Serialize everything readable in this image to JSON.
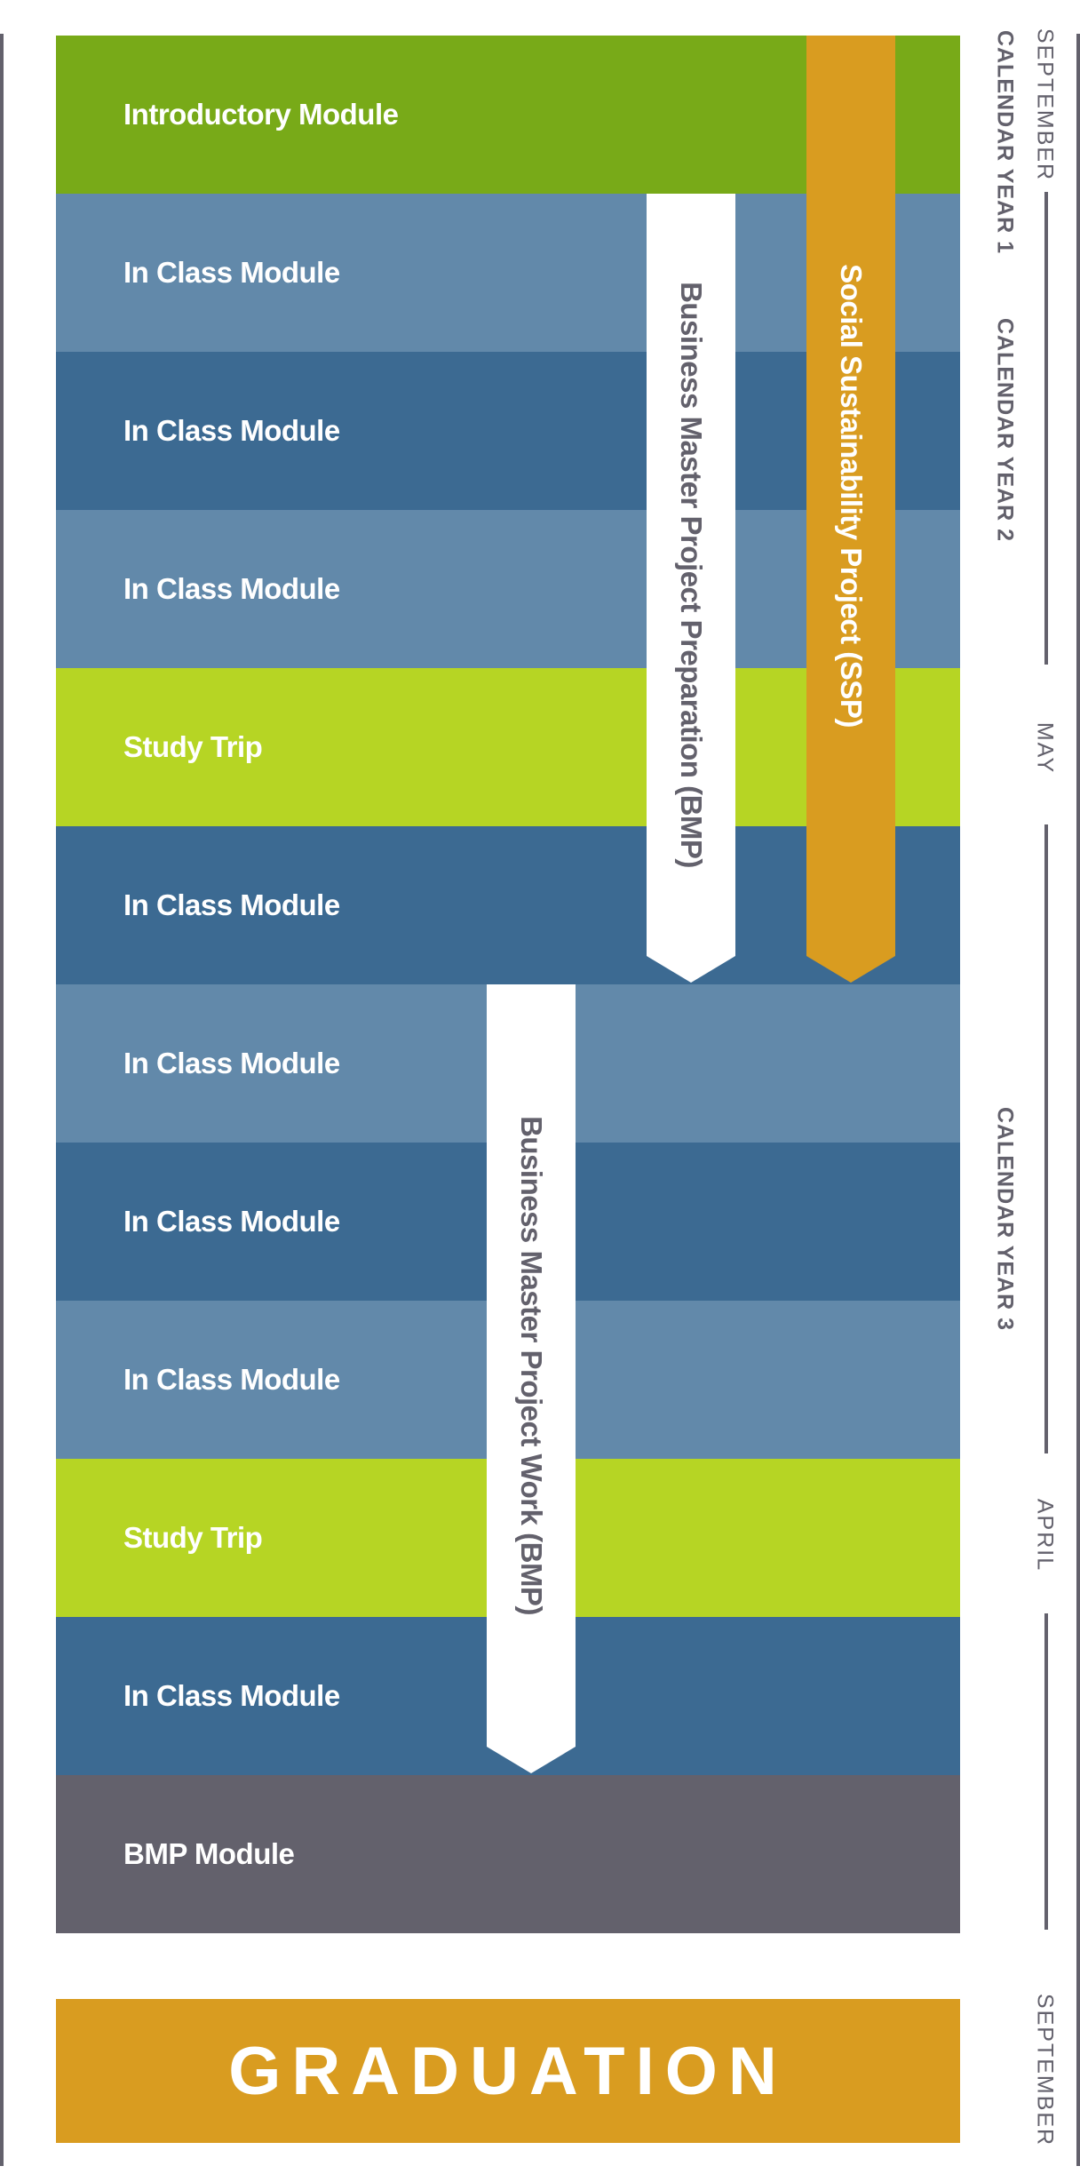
{
  "colors": {
    "intro_green": "#78aa18",
    "light_blue": "#6289aa",
    "dark_blue": "#3c6a92",
    "lime": "#b6d524",
    "gray": "#63616c",
    "orange": "#d99c20",
    "white": "#ffffff"
  },
  "modules": [
    {
      "label": "Introductory Module",
      "color": "#78aa18"
    },
    {
      "label": "In Class Module",
      "color": "#6289aa"
    },
    {
      "label": "In Class Module",
      "color": "#3c6a92"
    },
    {
      "label": "In Class Module",
      "color": "#6289aa"
    },
    {
      "label": "Study Trip",
      "color": "#b6d524"
    },
    {
      "label": "In Class Module",
      "color": "#3c6a92"
    },
    {
      "label": "In Class Module",
      "color": "#6289aa"
    },
    {
      "label": "In Class Module",
      "color": "#3c6a92"
    },
    {
      "label": "In Class Module",
      "color": "#6289aa"
    },
    {
      "label": "Study Trip",
      "color": "#b6d524"
    },
    {
      "label": "In Class Module",
      "color": "#3c6a92"
    },
    {
      "label": "BMP Module",
      "color": "#63616c"
    }
  ],
  "projects": {
    "ssp": {
      "label": "Social Sustainability Project (SSP)",
      "color": "#d99c20",
      "text_color": "#ffffff"
    },
    "bmp_prep": {
      "label": "Business Master Project Preparation (BMP)",
      "color": "#ffffff",
      "text_color": "#63616c"
    },
    "bmp_work": {
      "label": "Business Master Project Work (BMP)",
      "color": "#ffffff",
      "text_color": "#63616c"
    }
  },
  "timeline": {
    "september_start": "SEPTEMBER",
    "calendar_year_1": "CALENDAR YEAR 1",
    "calendar_year_2": "CALENDAR YEAR 2",
    "may": "MAY",
    "calendar_year_3": "CALENDAR YEAR 3",
    "april": "APRIL",
    "september_end": "SEPTEMBER"
  },
  "graduation": {
    "label": "GRADUATION",
    "color": "#d99c20"
  }
}
